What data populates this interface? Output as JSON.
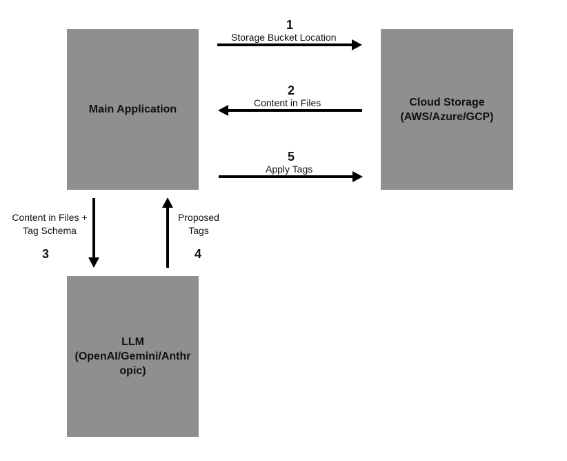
{
  "nodes": {
    "main_app": {
      "label": "Main Application"
    },
    "cloud_storage": {
      "label_line1": "Cloud Storage",
      "label_line2": "(AWS/Azure/GCP)"
    },
    "llm": {
      "label_line1": "LLM",
      "label_line2": "(OpenAI/Gemini/Anthr",
      "label_line3": "opic)"
    }
  },
  "edges": [
    {
      "step": "1",
      "label": "Storage Bucket Location",
      "from": "main_app",
      "to": "cloud_storage"
    },
    {
      "step": "2",
      "label": "Content in Files",
      "from": "cloud_storage",
      "to": "main_app"
    },
    {
      "step": "5",
      "label": "Apply Tags",
      "from": "main_app",
      "to": "cloud_storage"
    },
    {
      "step": "3",
      "label_line1": "Content in Files +",
      "label_line2": "Tag Schema",
      "from": "main_app",
      "to": "llm"
    },
    {
      "step": "4",
      "label_line1": "Proposed",
      "label_line2": "Tags",
      "from": "llm",
      "to": "main_app"
    }
  ],
  "colors": {
    "box_fill": "#8f8f8f",
    "arrow": "#000000",
    "text": "#111111",
    "background": "#ffffff"
  }
}
